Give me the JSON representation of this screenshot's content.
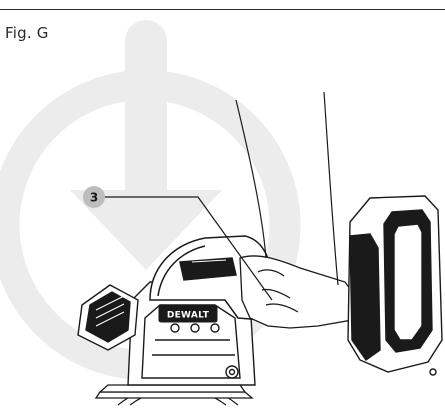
{
  "figure": {
    "label": "Fig. G"
  },
  "callouts": [
    {
      "number": "3"
    }
  ],
  "tool": {
    "brand": "DEWALT"
  },
  "icons": {
    "watermark": "download-arrow-icon"
  },
  "colors": {
    "line": "#1a1a1a",
    "watermark": "#ececec",
    "badge_fill": "#bdbdbd"
  }
}
